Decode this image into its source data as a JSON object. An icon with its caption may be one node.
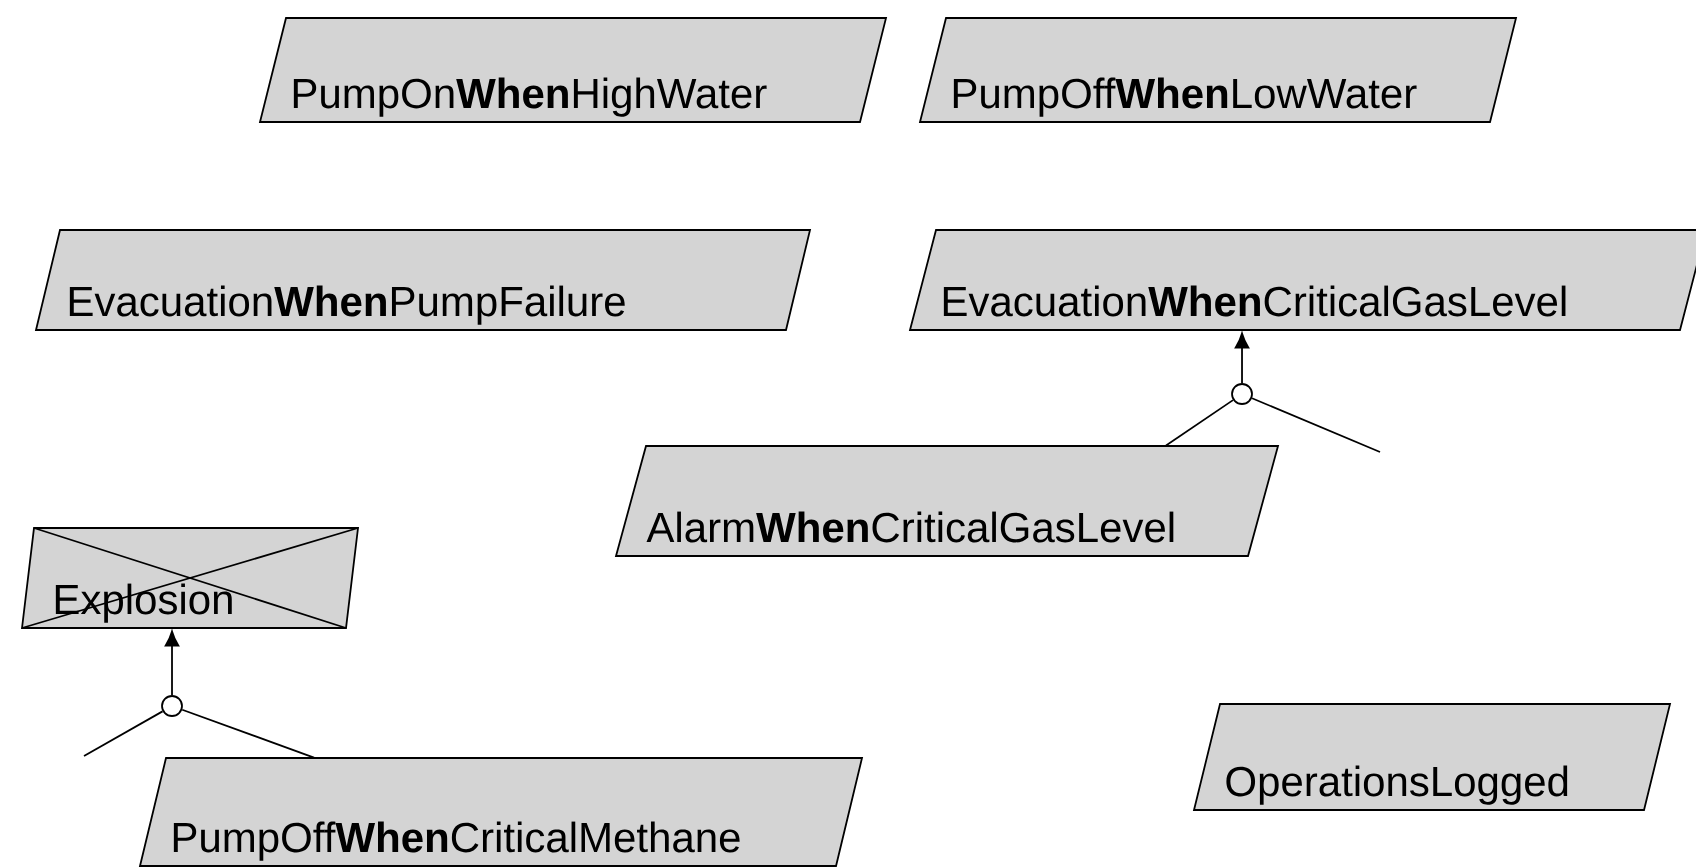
{
  "diagram": {
    "nodes": [
      {
        "text": [
          "PumpOn**When**HighWater"
        ]
      },
      {
        "text": [
          "PumpOff**When**LowWater"
        ]
      },
      {
        "text": [
          "Evacuation**When**PumpFailure"
        ]
      },
      {
        "text": [
          "Evacuation**When**CriticalGasLevel"
        ]
      },
      {
        "text": [
          "Alarm**When**CriticalGasLevel"
        ]
      },
      {
        "text": [
          "Explosion"
        ]
      },
      {
        "text": [
          "PumpOff**When**CriticalMethane"
        ]
      },
      {
        "text": [
          "OperationsLogged"
        ]
      },
      {
        "text": [],
        "shape": "circle"
      },
      {
        "text": [],
        "shape": "circle"
      }
    ],
    "edges": [
      {
        "from": 8,
        "to": 3,
        "arrow": "to"
      },
      {
        "from": 4,
        "to": 8,
        "arrow": "none"
      },
      {
        "from": null,
        "to": 8,
        "arrow": "none"
      },
      {
        "from": 9,
        "to": 5,
        "arrow": "to"
      },
      {
        "from": 6,
        "to": 9,
        "arrow": "none"
      },
      {
        "from": null,
        "to": 9,
        "arrow": "none"
      }
    ]
  }
}
